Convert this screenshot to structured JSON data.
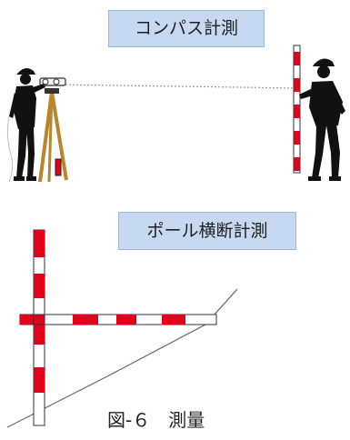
{
  "compass_survey": {
    "title": "コンパス計測"
  },
  "pole_cross_section_survey": {
    "title": "ポール横断計測"
  },
  "figure": {
    "caption": "図-６　測量"
  },
  "colors": {
    "label_box_fill": "#c6d9f1",
    "pole_red": "#e3001b",
    "pole_white": "#ffffff",
    "silhouette": "#111111",
    "tripod_wood": "#b8862c"
  }
}
